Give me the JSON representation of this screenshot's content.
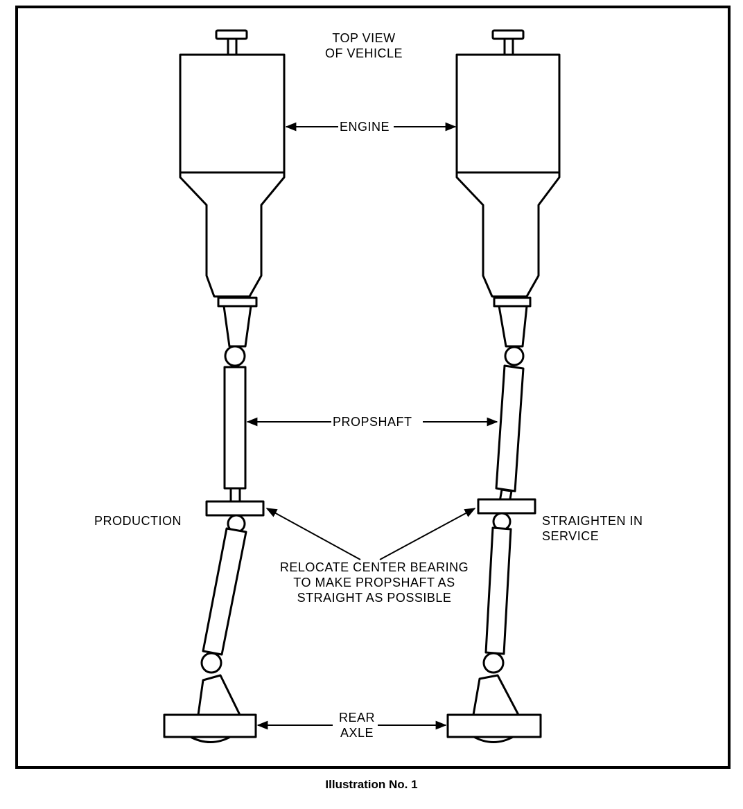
{
  "labels": {
    "top_view": "TOP VIEW\nOF VEHICLE",
    "engine": "ENGINE",
    "propshaft": "PROPSHAFT",
    "production": "PRODUCTION",
    "straighten": "STRAIGHTEN IN\nSERVICE",
    "relocate": "RELOCATE CENTER BEARING\nTO MAKE PROPSHAFT AS\nSTRAIGHT AS POSSIBLE",
    "rear_axle": "REAR\nAXLE"
  },
  "caption": "Illustration No. 1"
}
